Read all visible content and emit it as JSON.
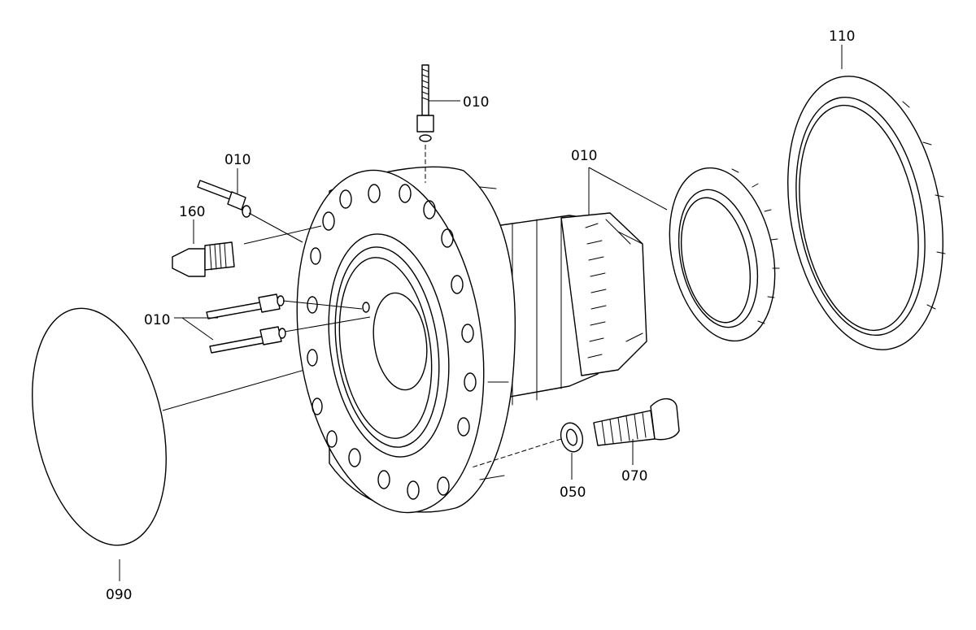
{
  "diagram": {
    "labels": {
      "p010_top": "010",
      "p010_bolt": "010",
      "p160": "160",
      "p010_pins": "010",
      "p010_ring": "010",
      "p110": "110",
      "p050": "050",
      "p070": "070",
      "p090": "090"
    }
  }
}
